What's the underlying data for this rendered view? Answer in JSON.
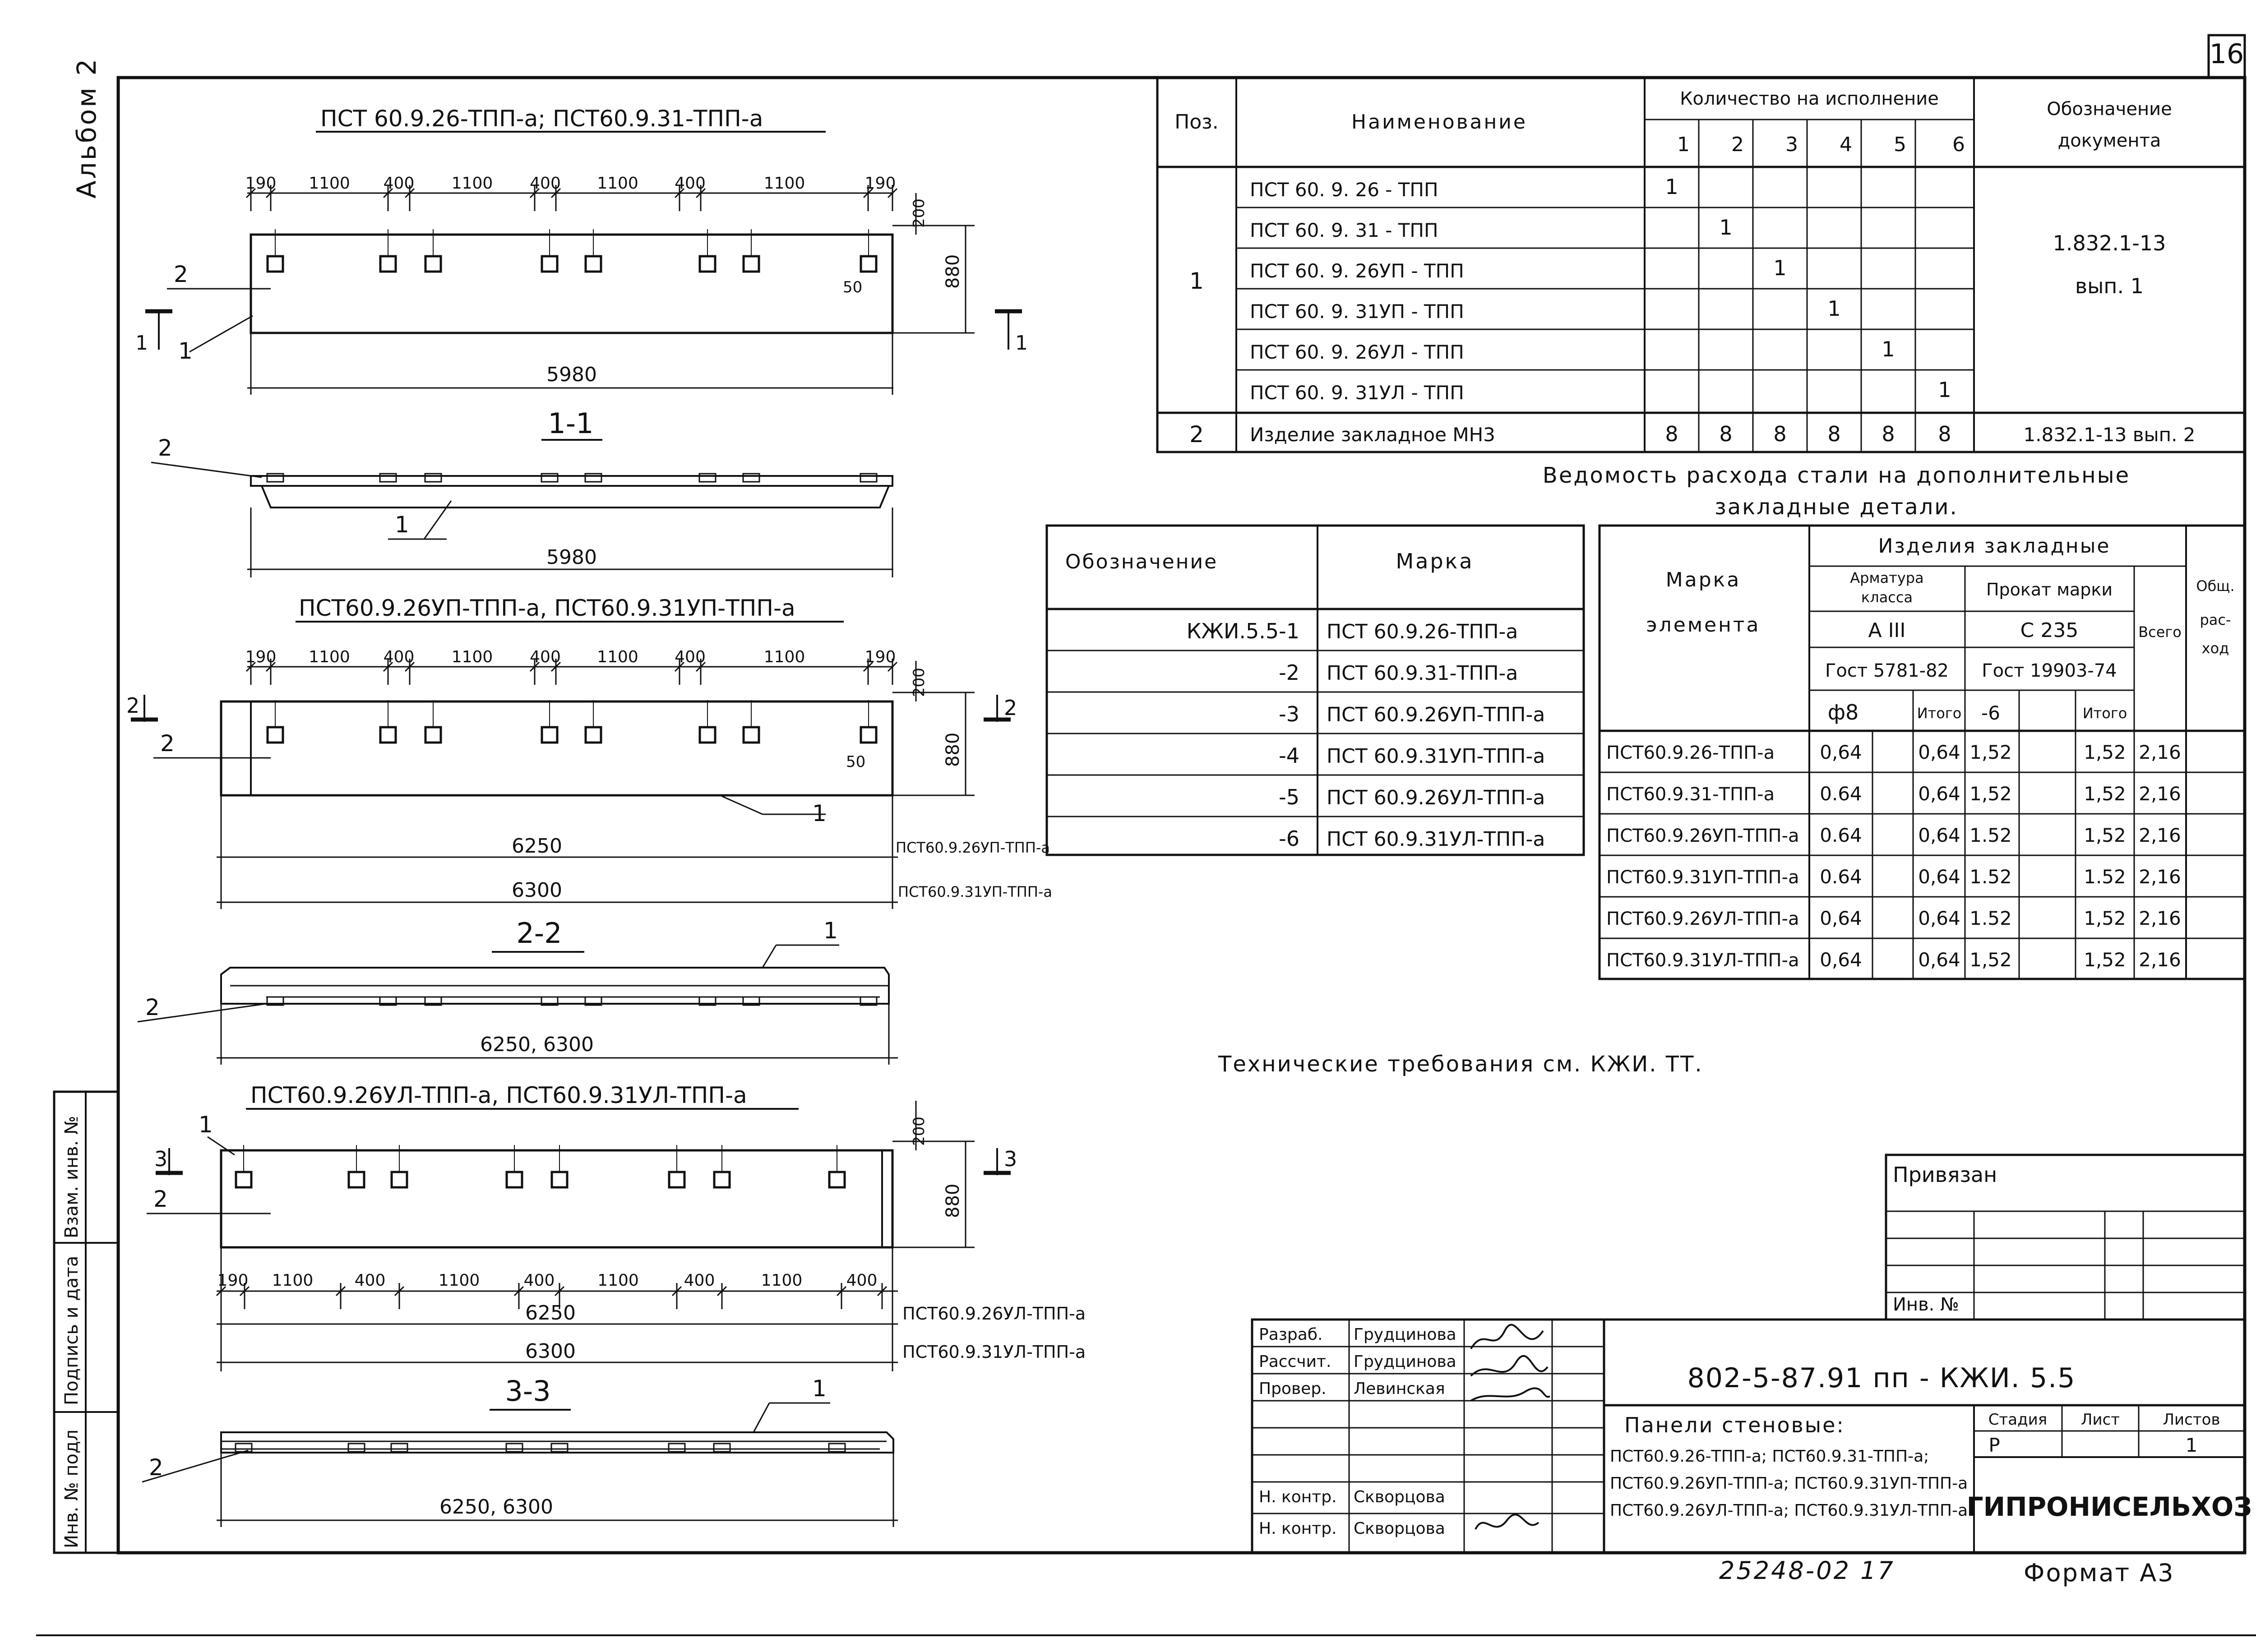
{
  "sheet": {
    "page_number": "16",
    "album_label": "Альбом 2",
    "side_stamp": [
      "Инв. № подл",
      "Подпись и дата",
      "Взам. инв. №"
    ]
  },
  "drawings": {
    "top_caption": "ПСТ 60.9.26-ТПП-а; ПСТ60.9.31-ТПП-а",
    "top_dims": [
      "190",
      "1100",
      "400",
      "1100",
      "400",
      "1100",
      "400",
      "1100",
      "190"
    ],
    "top_length": "5980",
    "top_height": "880",
    "top_offset": "200",
    "top_small": "50",
    "section1": "1-1",
    "section1_length": "5980",
    "mid_caption": "ПСТ60.9.26УП-ТПП-а, ПСТ60.9.31УП-ТПП-а",
    "mid_dims": [
      "190",
      "1100",
      "400",
      "1100",
      "400",
      "1100",
      "400",
      "1100",
      "190"
    ],
    "mid_len1": "6250",
    "mid_len1_note": "ПСТ60.9.26УП-ТПП-а",
    "mid_len2": "6300",
    "mid_len2_note": "ПСТ60.9.31УП-ТПП-а",
    "mid_height": "880",
    "mid_offset": "200",
    "mid_small": "50",
    "section2": "2-2",
    "section2_length": "6250, 6300",
    "bot_caption": "ПСТ60.9.26УЛ-ТПП-а, ПСТ60.9.31УЛ-ТПП-а",
    "bot_dims": [
      "190",
      "1100",
      "400",
      "1100",
      "400",
      "1100",
      "400",
      "1100",
      "400"
    ],
    "bot_len1": "6250",
    "bot_len1_note": "ПСТ60.9.26УЛ-ТПП-а",
    "bot_len2": "6300",
    "bot_len2_note": "ПСТ60.9.31УЛ-ТПП-а",
    "bot_height": "880",
    "bot_offset": "200",
    "section3": "3-3",
    "section3_length": "6250, 6300",
    "markers": {
      "one": "1",
      "two": "2",
      "three": "3"
    }
  },
  "spec_table": {
    "head_pos": "Поз.",
    "head_name": "Наименование",
    "head_qty": "Количество на исполнение",
    "head_doc_line1": "Обозначение",
    "head_doc_line2": "документа",
    "qty_cols": [
      "1",
      "2",
      "3",
      "4",
      "5",
      "6"
    ],
    "pos1": "1",
    "rows1": [
      {
        "name": "ПСТ 60. 9. 26 - ТПП",
        "col": 0,
        "val": "1"
      },
      {
        "name": "ПСТ 60. 9. 31 - ТПП",
        "col": 1,
        "val": "1"
      },
      {
        "name": "ПСТ 60. 9. 26УП - ТПП",
        "col": 2,
        "val": "1"
      },
      {
        "name": "ПСТ 60. 9. 31УП - ТПП",
        "col": 3,
        "val": "1"
      },
      {
        "name": "ПСТ 60. 9. 26УЛ - ТПП",
        "col": 4,
        "val": "1"
      },
      {
        "name": "ПСТ 60. 9. 31УЛ - ТПП",
        "col": 5,
        "val": "1"
      }
    ],
    "doc1_line1": "1.832.1-13",
    "doc1_line2": "вып. 1",
    "pos2": "2",
    "row2_name": "Изделие закладное МН3",
    "row2_vals": [
      "8",
      "8",
      "8",
      "8",
      "8",
      "8"
    ],
    "row2_doc": "1.832.1-13 вып. 2"
  },
  "marks_table": {
    "head_designation": "Обозначение",
    "head_mark": "Марка",
    "rows": [
      {
        "des": "КЖИ.5.5-1",
        "mark": "ПСТ 60.9.26-ТПП-а"
      },
      {
        "des": "-2",
        "mark": "ПСТ 60.9.31-ТПП-а"
      },
      {
        "des": "-3",
        "mark": "ПСТ 60.9.26УП-ТПП-а"
      },
      {
        "des": "-4",
        "mark": "ПСТ 60.9.31УП-ТПП-а"
      },
      {
        "des": "-5",
        "mark": "ПСТ 60.9.26УЛ-ТПП-а"
      },
      {
        "des": "-6",
        "mark": "ПСТ 60.9.31УЛ-ТПП-а"
      }
    ]
  },
  "steel_table": {
    "title_line1": "Ведомость расхода стали на дополнительные",
    "title_line2": "закладные детали.",
    "head_mark_line1": "Марка",
    "head_mark_line2": "элемента",
    "head_items": "Изделия закладные",
    "head_rebar_line1": "Арматура",
    "head_rebar_line2": "класса",
    "head_rolled": "Прокат марки",
    "head_class": "А III",
    "head_steel": "С 235",
    "head_gost1": "Гост 5781-82",
    "head_gost2": "Гост 19903-74",
    "head_d8": "ф8",
    "head_itogo1": "Итого",
    "head_minus6": "-6",
    "head_itogo2": "Итого",
    "head_total": "Всего",
    "head_common_line1": "Общ.",
    "head_common_line2": "рас-",
    "head_common_line3": "ход",
    "rows": [
      {
        "mark": "ПСТ60.9.26-ТПП-а",
        "d8": "0,64",
        "it1": "0,64",
        "m6": "1,52",
        "it2": "1,52",
        "total": "2,16"
      },
      {
        "mark": "ПСТ60.9.31-ТПП-а",
        "d8": "0.64",
        "it1": "0,64",
        "m6": "1,52",
        "it2": "1,52",
        "total": "2,16"
      },
      {
        "mark": "ПСТ60.9.26УП-ТПП-а",
        "d8": "0.64",
        "it1": "0,64",
        "m6": "1.52",
        "it2": "1,52",
        "total": "2,16"
      },
      {
        "mark": "ПСТ60.9.31УП-ТПП-а",
        "d8": "0.64",
        "it1": "0,64",
        "m6": "1.52",
        "it2": "1.52",
        "total": "2,16"
      },
      {
        "mark": "ПСТ60.9.26УЛ-ТПП-а",
        "d8": "0,64",
        "it1": "0,64",
        "m6": "1.52",
        "it2": "1,52",
        "total": "2,16"
      },
      {
        "mark": "ПСТ60.9.31УЛ-ТПП-а",
        "d8": "0,64",
        "it1": "0,64",
        "m6": "1,52",
        "it2": "1,52",
        "total": "2,16"
      }
    ]
  },
  "notes": {
    "tech_requirements": "Технические требования см. КЖИ. ТТ."
  },
  "binding_block": {
    "bound": "Привязан",
    "inv_no": "Инв. №"
  },
  "title_block": {
    "roles": [
      {
        "role": "Разраб.",
        "name": "Грудцинова"
      },
      {
        "role": "Рассчит.",
        "name": "Грудцинова"
      },
      {
        "role": "Провер.",
        "name": "Левинская"
      },
      {
        "role": "",
        "name": ""
      },
      {
        "role": "",
        "name": ""
      },
      {
        "role": "",
        "name": ""
      },
      {
        "role": "Н. контр.",
        "name": "Скворцова"
      }
    ],
    "code": "802-5-87.91 пп - КЖИ. 5.5",
    "desc_line1": "Панели стеновые:",
    "desc_line2": "ПСТ60.9.26-ТПП-а; ПСТ60.9.31-ТПП-а;",
    "desc_line3": "ПСТ60.9.26УП-ТПП-а; ПСТ60.9.31УП-ТПП-а",
    "desc_line4": "ПСТ60.9.26УЛ-ТПП-а; ПСТ60.9.31УЛ-ТПП-а",
    "stage_label": "Стадия",
    "sheet_label": "Лист",
    "sheets_label": "Листов",
    "stage": "Р",
    "sheet": "",
    "sheets": "1",
    "organization": "ГИПРОНИСЕЛЬХОЗ"
  },
  "footer": {
    "archive_no": "25248-02 17",
    "format": "Формат А3"
  }
}
